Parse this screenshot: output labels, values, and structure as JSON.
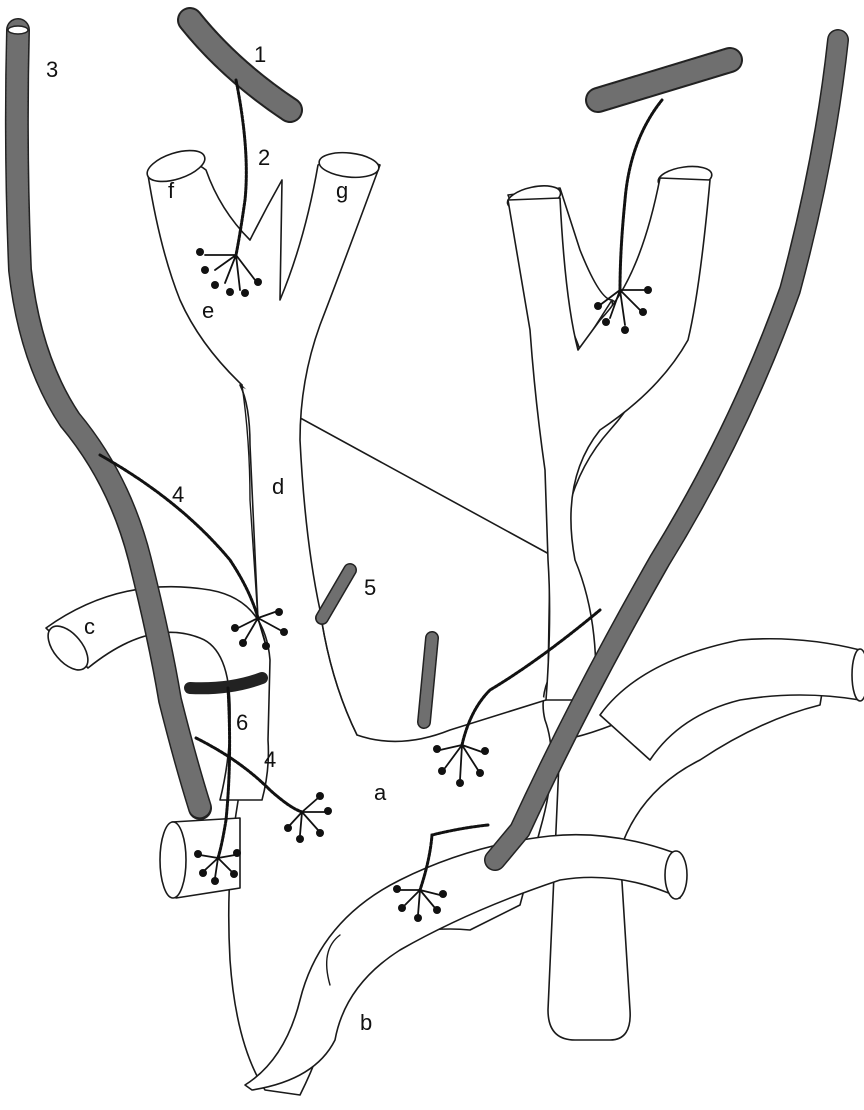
{
  "labels": {
    "n1": "1",
    "n2": "2",
    "n3": "3",
    "n4a": "4",
    "n4b": "4",
    "n5": "5",
    "n6": "6",
    "a": "a",
    "b": "b",
    "c": "c",
    "d": "d",
    "e": "e",
    "f": "f",
    "g": "g"
  }
}
